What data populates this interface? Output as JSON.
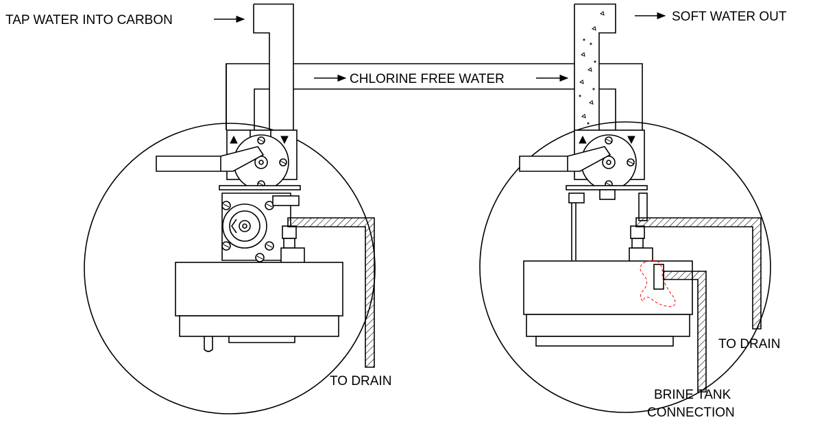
{
  "labels": {
    "tap_water": "TAP WATER INTO CARBON",
    "soft_water": "SOFT WATER OUT",
    "chlorine_free": "CHLORINE FREE WATER",
    "to_drain_left": "TO DRAIN",
    "to_drain_right": "TO DRAIN",
    "brine_line1": "BRINE TANK",
    "brine_line2": "CONNECTION"
  },
  "colors": {
    "line": "#000000",
    "brine_outline": "#ff0000",
    "background": "#ffffff"
  }
}
